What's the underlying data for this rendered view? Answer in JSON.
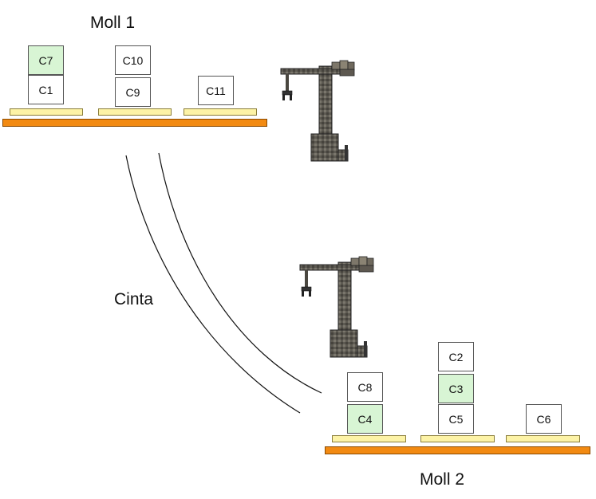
{
  "dock1": {
    "label": "Moll 1"
  },
  "dock2": {
    "label": "Moll 2"
  },
  "belt": {
    "label": "Cinta"
  },
  "boxes": {
    "c7": {
      "label": "C7",
      "highlighted": true
    },
    "c1": {
      "label": "C1",
      "highlighted": false
    },
    "c10": {
      "label": "C10",
      "highlighted": false
    },
    "c9": {
      "label": "C9",
      "highlighted": false
    },
    "c11": {
      "label": "C11",
      "highlighted": false
    },
    "c8": {
      "label": "C8",
      "highlighted": false
    },
    "c4": {
      "label": "C4",
      "highlighted": true
    },
    "c2": {
      "label": "C2",
      "highlighted": false
    },
    "c3": {
      "label": "C3",
      "highlighted": true
    },
    "c5": {
      "label": "C5",
      "highlighted": false
    },
    "c6": {
      "label": "C6",
      "highlighted": false
    }
  },
  "colors": {
    "highlight": "#d8f5d4",
    "normal": "#ffffff",
    "dock": "#f28a12",
    "pallet": "#fdf3a6"
  },
  "icons": {
    "crane": "robotic-crane-icon"
  }
}
